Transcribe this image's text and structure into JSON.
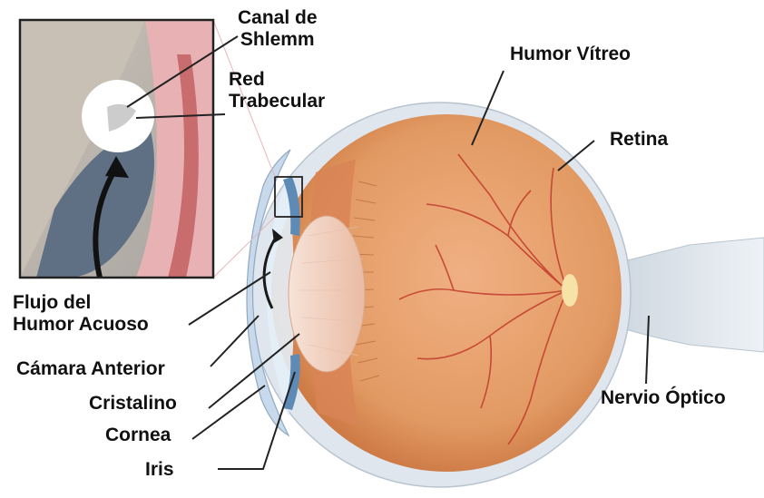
{
  "labels": {
    "canal_de_schlemm": [
      "Canal de",
      "Shlemm"
    ],
    "red_trabecular": [
      "Red",
      "Trabecular"
    ],
    "humor_vitreo": "Humor Vítreo",
    "retina": "Retina",
    "flujo_humor_acuoso": [
      "Flujo del",
      "Humor Acuoso"
    ],
    "camara_anterior": "Cámara Anterior",
    "cristalino": "Cristalino",
    "cornea": "Cornea",
    "iris": "Iris",
    "nervio_optico": "Nervio Óptico"
  },
  "colors": {
    "sclera": "#dfe6ee",
    "eyeball": "#e29a63",
    "eyeball_shadow": "#c9733f",
    "vessels": "#c23a2a",
    "lens": "#f2d6c6",
    "cornea": "#c7d9ea",
    "inset_border": "#222222",
    "leader_lines": "#222222"
  }
}
